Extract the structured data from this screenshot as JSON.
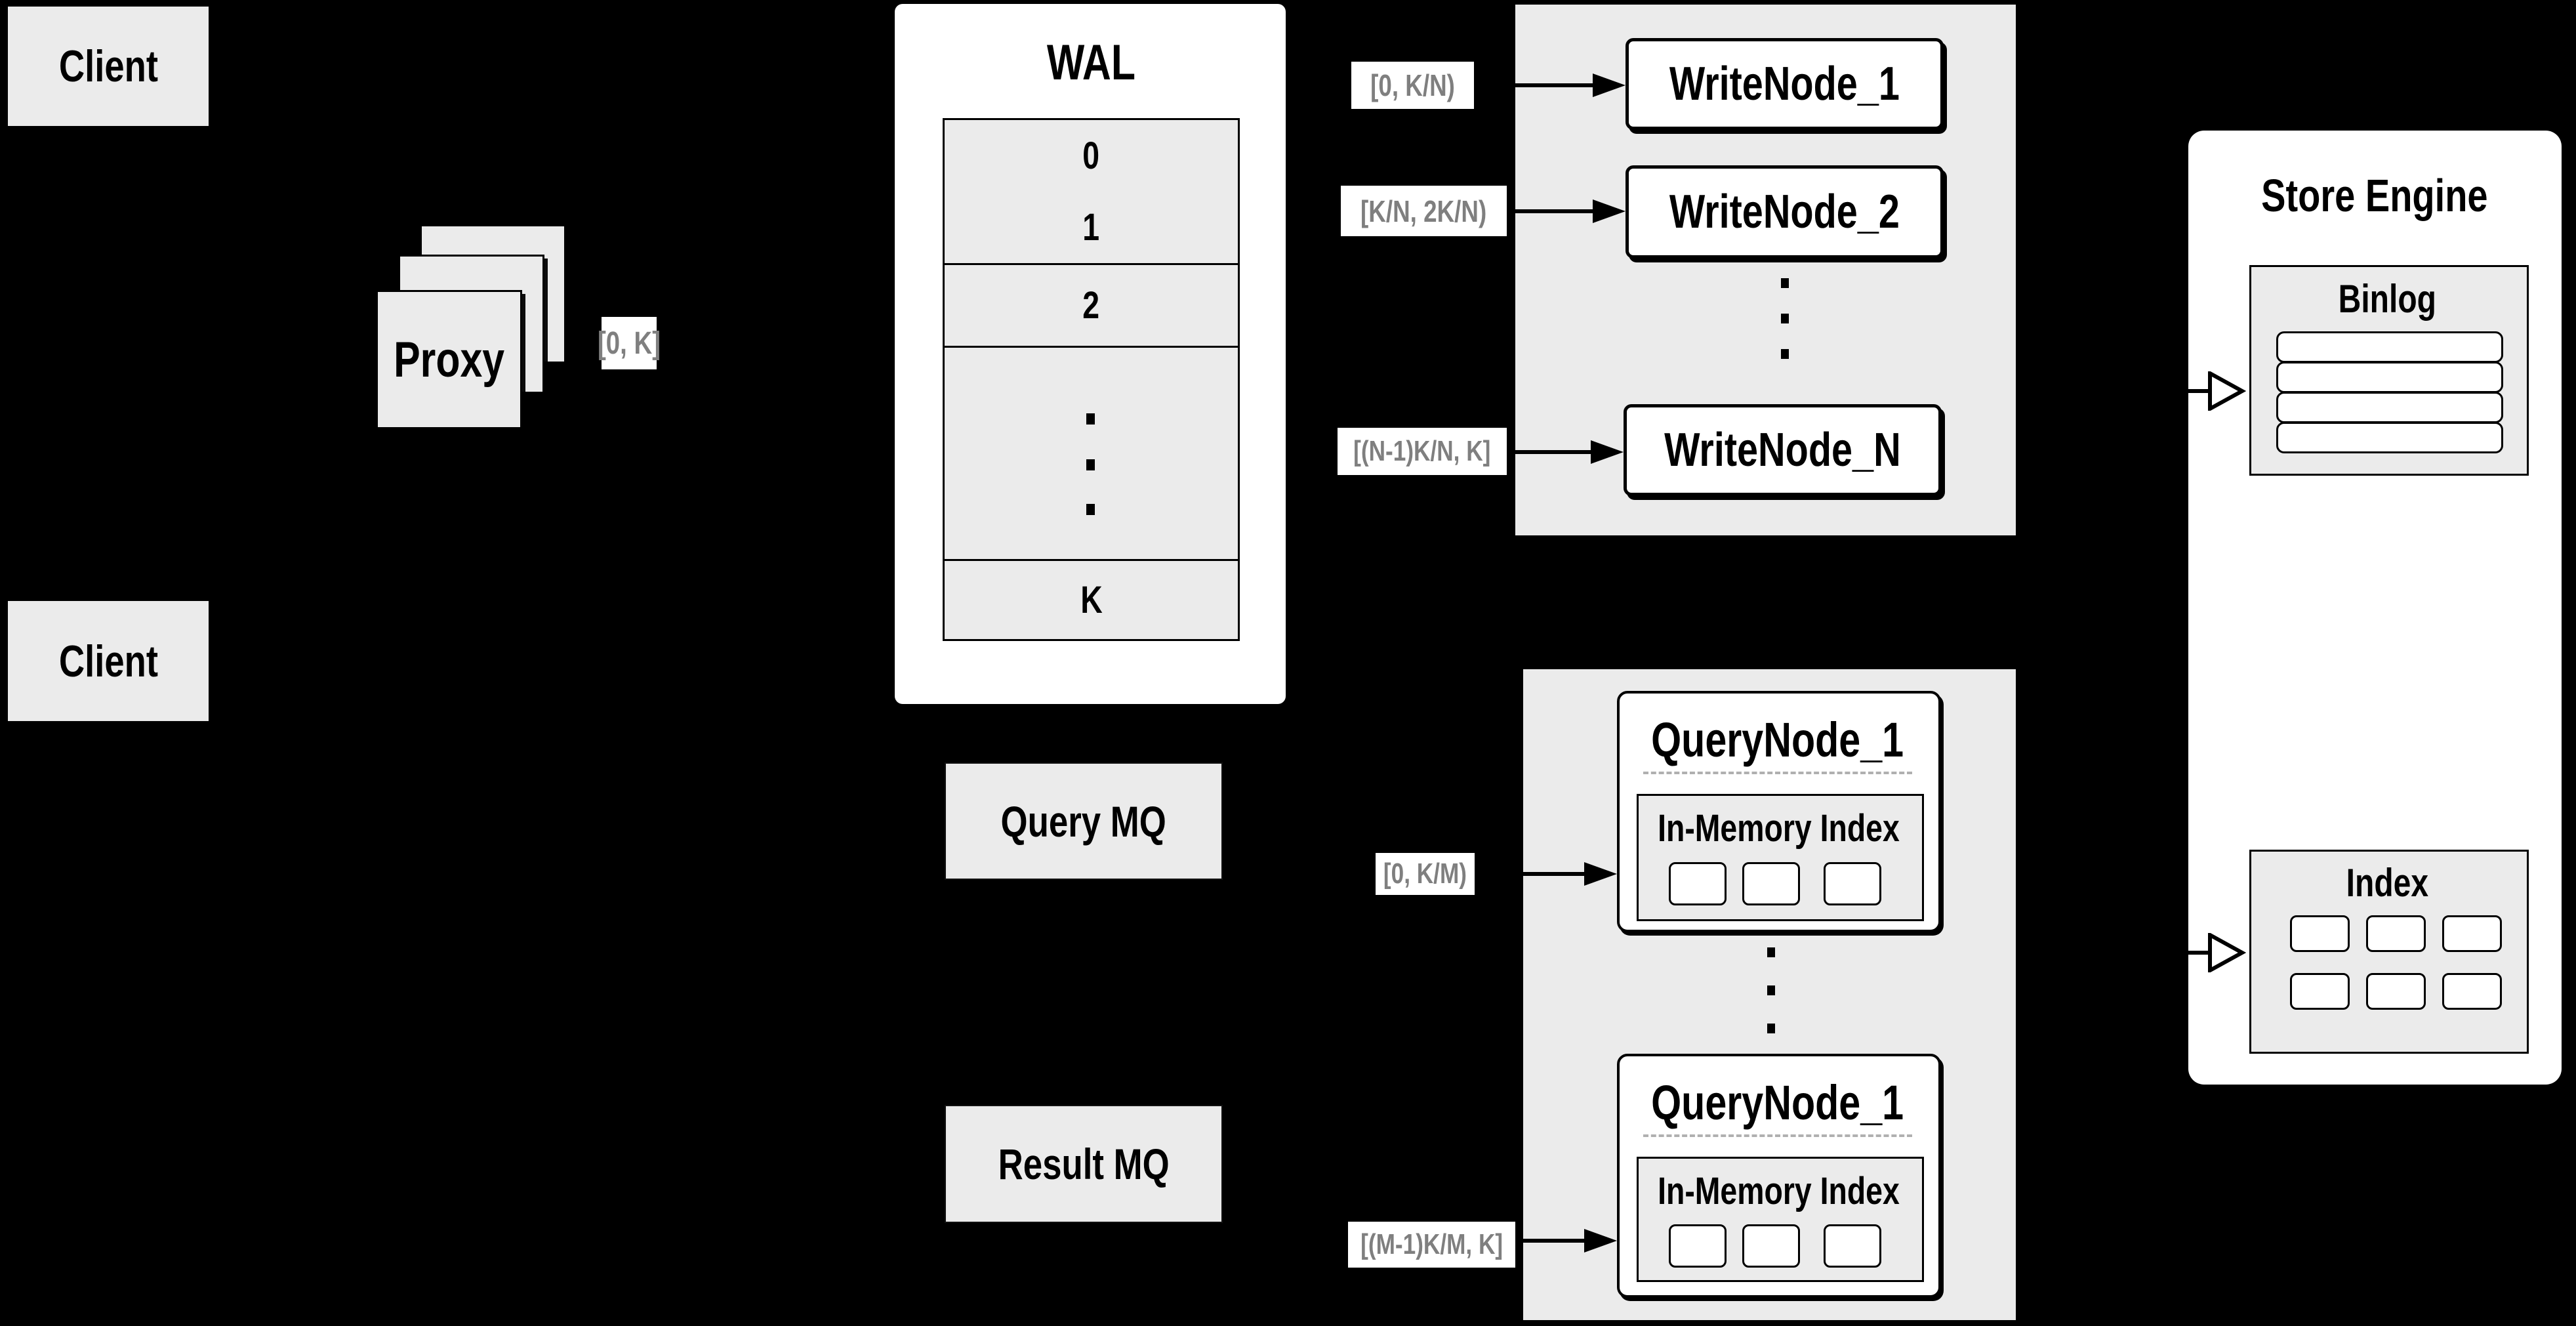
{
  "clients": {
    "label": "Client"
  },
  "proxy": {
    "label": "Proxy"
  },
  "wal": {
    "title": "WAL",
    "rows": [
      "0",
      "1",
      "2"
    ],
    "last_row": "K"
  },
  "mq": {
    "query": "Query MQ",
    "result": "Result MQ"
  },
  "write_nodes": {
    "node_1": "WriteNode_1",
    "node_2": "WriteNode_2",
    "node_n": "WriteNode_N"
  },
  "query_nodes": {
    "node_1_title": "QueryNode_1",
    "node_2_title": "QueryNode_1",
    "inner_title": "In-Memory Index"
  },
  "store_engine": {
    "title": "Store Engine",
    "binlog_title": "Binlog",
    "index_title": "Index"
  },
  "range_labels": {
    "proxy_to_wal": "[0, K]",
    "wal_to_write_1": "[0, K/N)",
    "wal_to_write_2": "[K/N, 2K/N)",
    "wal_to_write_n": "[(N-1)K/N, K]",
    "query_to_node_1": "[0, K/M)",
    "query_to_node_m": "[(M-1)K/M, K]"
  },
  "colors": {
    "background": "#000000",
    "box_fill": "#ebebeb",
    "white": "#ffffff",
    "line": "#000000",
    "range_text": "#7f7f7f",
    "dash": "#b0b0b0"
  }
}
